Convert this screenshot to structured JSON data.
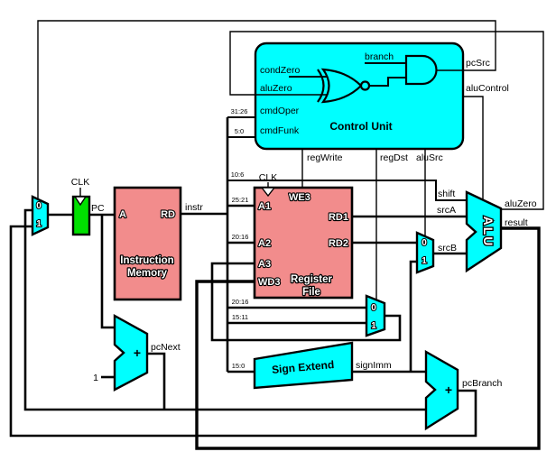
{
  "colors": {
    "module_fill": "#00ffff",
    "memory_fill": "#f28c8c",
    "pc_register_fill": "#00e000",
    "wire": "#000000",
    "background": "#ffffff"
  },
  "control_unit": {
    "title": "Control Unit",
    "branch": "branch",
    "cond_zero": "condZero",
    "alu_zero": "aluZero",
    "cmd_oper": "cmdOper",
    "cmd_funk": "cmdFunk",
    "pc_src": "pcSrc",
    "alu_control": "aluControl",
    "reg_write": "regWrite",
    "reg_dst": "regDst",
    "alu_src": "aluSrc"
  },
  "instruction_memory": {
    "title1": "Instruction",
    "title2": "Memory",
    "port_a": "A",
    "port_rd": "RD"
  },
  "register_file": {
    "title1": "Register",
    "title2": "File",
    "clk": "CLK",
    "we3": "WE3",
    "a1": "A1",
    "a2": "A2",
    "a3": "A3",
    "wd3": "WD3",
    "rd1": "RD1",
    "rd2": "RD2"
  },
  "pc": {
    "clk": "CLK",
    "label": "PC"
  },
  "alu": {
    "label": "ALU",
    "shift": "shift",
    "src_a": "srcA",
    "src_b": "srcB",
    "alu_zero": "aluZero",
    "result": "result"
  },
  "sign_extend": {
    "title": "Sign Extend",
    "sign_imm": "signImm"
  },
  "signals": {
    "instr": "instr",
    "pc_next": "pcNext",
    "pc_branch": "pcBranch",
    "one": "1",
    "plus": "+"
  },
  "mux": {
    "in0": "0",
    "in1": "1"
  },
  "bit_ranges": {
    "b31_26": "31:26",
    "b5_0": "5:0",
    "b10_6": "10:6",
    "b25_21": "25:21",
    "b20_16": "20:16",
    "b15_11": "15:11",
    "b15_0": "15:0"
  }
}
